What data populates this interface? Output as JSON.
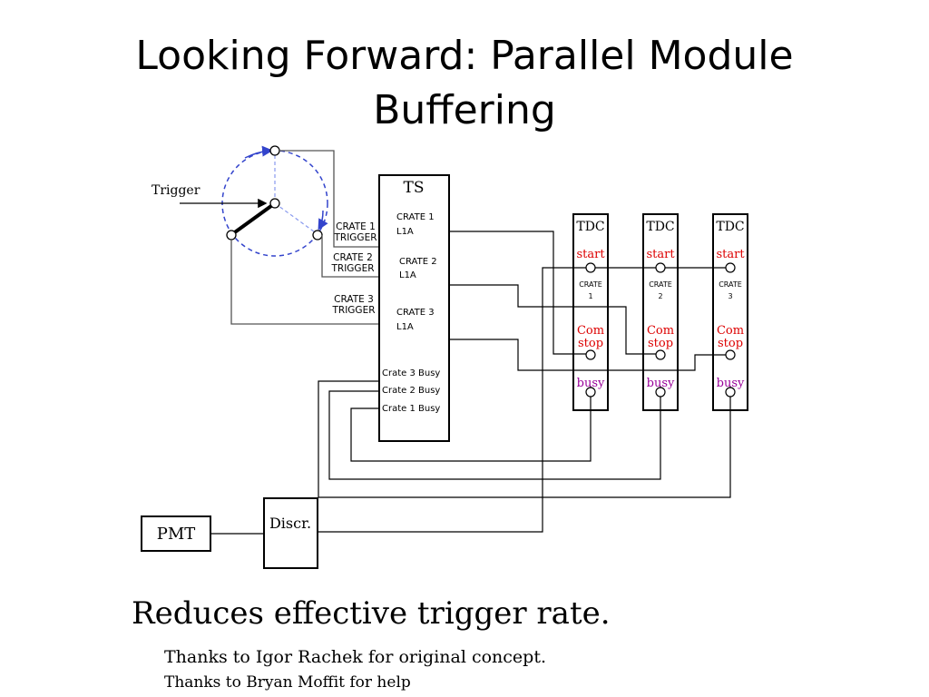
{
  "slide": {
    "title_line1": "Looking Forward: Parallel Module",
    "title_line2": "Buffering",
    "caption": "Reduces effective trigger rate.",
    "thanks_1": "Thanks to Igor Rachek for original concept.",
    "thanks_2": "Thanks to Bryan Moffit for help"
  },
  "diagram": {
    "trigger_label": "Trigger",
    "switch_labels": [
      {
        "line1": "CRATE 1",
        "line2": "TRIGGER"
      },
      {
        "line1": "CRATE 2",
        "line2": "TRIGGER"
      },
      {
        "line1": "CRATE 3",
        "line2": "TRIGGER"
      }
    ],
    "ts": {
      "title": "TS",
      "outputs": [
        {
          "line1": "CRATE 1",
          "line2": "L1A"
        },
        {
          "line1": "CRATE 2",
          "line2": "L1A"
        },
        {
          "line1": "CRATE 3",
          "line2": "L1A"
        }
      ],
      "busy_inputs": [
        "Crate 3 Busy",
        "Crate 2 Busy",
        "Crate 1 Busy"
      ]
    },
    "tdcs": [
      {
        "title": "TDC",
        "start": "start",
        "crate": "CRATE",
        "crate_num": "1",
        "com": "Com",
        "stop": "stop",
        "busy": "busy"
      },
      {
        "title": "TDC",
        "start": "start",
        "crate": "CRATE",
        "crate_num": "2",
        "com": "Com",
        "stop": "stop",
        "busy": "busy"
      },
      {
        "title": "TDC",
        "start": "start",
        "crate": "CRATE",
        "crate_num": "3",
        "com": "Com",
        "stop": "stop",
        "busy": "busy"
      }
    ],
    "pmt_label": "PMT",
    "discr_label": "Discr.",
    "colors": {
      "line": "#000000",
      "rotor_circle": "#3344cc",
      "tdc_red": "#dd0000",
      "tdc_busy": "#990099"
    }
  }
}
